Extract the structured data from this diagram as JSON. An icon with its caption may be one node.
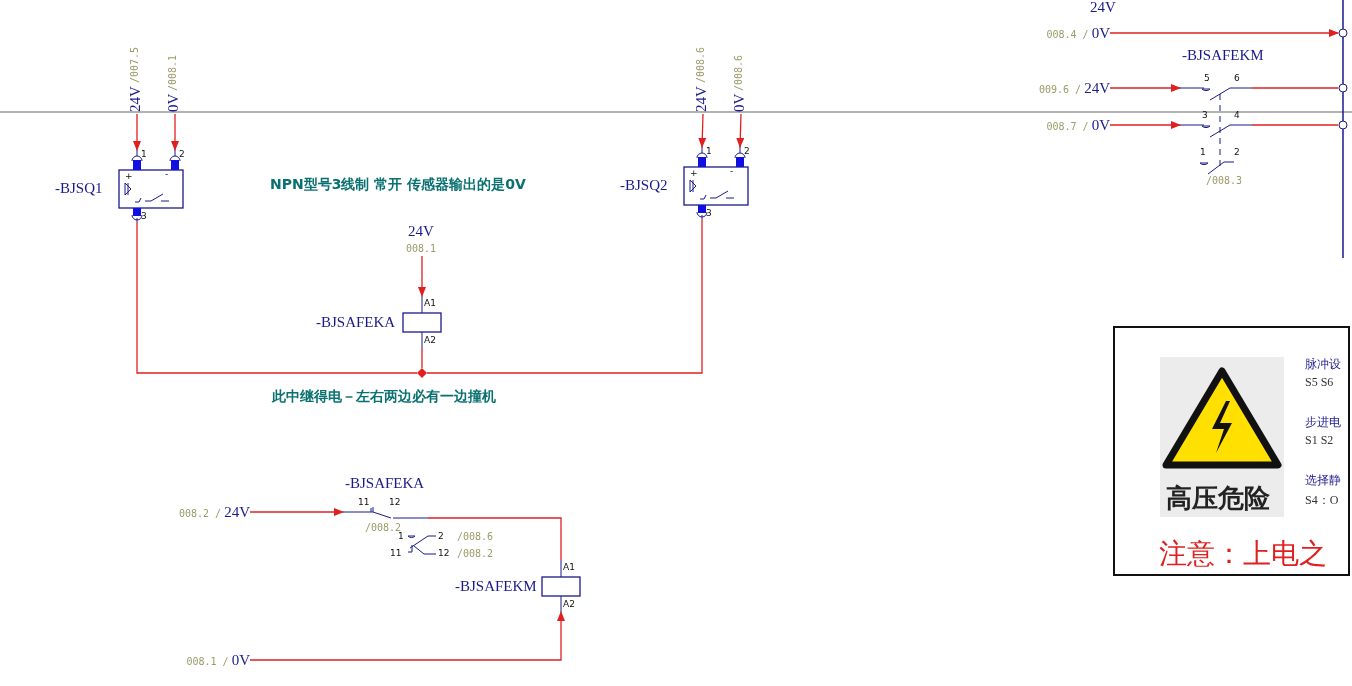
{
  "diagram": {
    "nodes": [
      {
        "text": [
          "24V",
          "/007.5"
        ]
      },
      {
        "text": [
          "0V",
          "/008.1"
        ]
      },
      {
        "text": [
          "-BJSQ1",
          "1",
          "2",
          "+",
          "-",
          "3"
        ]
      },
      {
        "text": [
          "24V",
          "/008.6"
        ]
      },
      {
        "text": [
          "0V",
          "/008.6"
        ]
      },
      {
        "text": [
          "-BJSQ2",
          "1",
          "2",
          "+",
          "-",
          "3"
        ]
      },
      {
        "text": [
          "24V",
          "008.1"
        ]
      },
      {
        "text": [
          "-BJSAFEKA",
          "A1",
          "A2"
        ]
      },
      {
        "text": [],
        "shape": "diamond"
      },
      {
        "text": [
          "008.2 /",
          "24V"
        ]
      },
      {
        "text": [
          "-BJSAFEKA",
          "11",
          "12",
          "/008.2"
        ]
      },
      {
        "text": [
          "-BJSAFEKM",
          "A1",
          "A2"
        ]
      },
      {
        "text": [
          "008.1 /",
          "0V"
        ]
      },
      {
        "text": [
          "008.4 /",
          "0V"
        ]
      },
      {
        "text": [
          "009.6 /",
          "24V"
        ]
      },
      {
        "text": [
          "008.7 /",
          "0V"
        ]
      },
      {
        "text": [
          "-BJSAFEKM",
          "5",
          "6",
          "3",
          "4",
          "1",
          "2",
          "/008.3"
        ]
      },
      {
        "text": [],
        "shape": "bar"
      },
      {
        "text": [
          "高压危险",
          "脉冲设",
          "S5  S6",
          "步进电",
          "S1  S2",
          "选择静",
          "S4：O",
          "注意：上电之"
        ]
      }
    ],
    "edges": [
      {
        "from": 0,
        "to": 2,
        "arrow": "to"
      },
      {
        "from": 1,
        "to": 2,
        "arrow": "to"
      },
      {
        "from": 3,
        "to": 5,
        "arrow": "to"
      },
      {
        "from": 4,
        "to": 5,
        "arrow": "to"
      },
      {
        "from": 6,
        "to": 7,
        "arrow": "to"
      },
      {
        "from": 2,
        "to": 8,
        "arrow": "none"
      },
      {
        "from": 7,
        "to": 8,
        "arrow": "none"
      },
      {
        "from": 8,
        "to": 5,
        "arrow": "none"
      },
      {
        "from": 9,
        "to": 10,
        "arrow": "to"
      },
      {
        "from": 10,
        "to": 11,
        "arrow": "none"
      },
      {
        "from": 12,
        "to": 11,
        "arrow": "to"
      },
      {
        "from": 13,
        "to": 17,
        "arrow": "to"
      },
      {
        "from": 14,
        "to": 16,
        "arrow": "to"
      },
      {
        "from": 16,
        "to": 17,
        "arrow": "none"
      },
      {
        "from": 15,
        "to": 16,
        "arrow": "to"
      },
      {
        "from": 16,
        "to": 17,
        "arrow": "none"
      }
    ],
    "labels": [
      "24V",
      "NPN型号3线制  常开  传感器输出的是0V",
      "此中继得电－左右两边必有一边撞机",
      "1",
      "2",
      "/008.6",
      "11",
      "12",
      "/008.2"
    ]
  }
}
